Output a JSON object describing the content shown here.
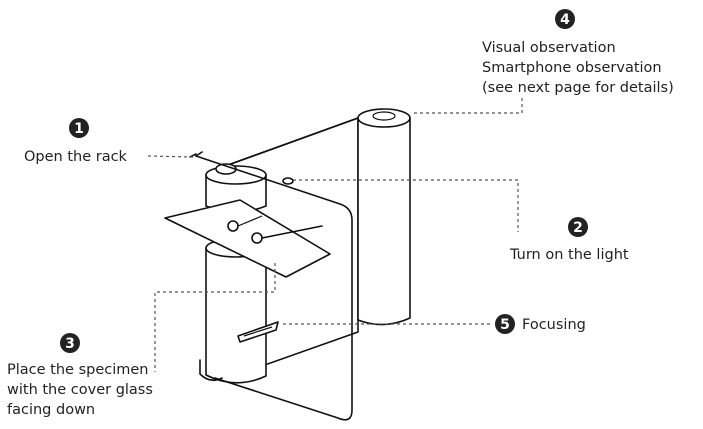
{
  "callouts": {
    "step1": {
      "number": "1",
      "text": "Open the rack"
    },
    "step2": {
      "number": "2",
      "text": "Turn on the light"
    },
    "step3": {
      "number": "3",
      "lines": [
        "Place the specimen",
        "with the cover glass",
        "facing down"
      ]
    },
    "step4": {
      "number": "4",
      "lines": [
        "Visual observation",
        "Smartphone observation",
        "(see next page for details)"
      ]
    },
    "step5": {
      "number": "5",
      "text": "Focusing"
    }
  },
  "colors": {
    "marker_fill": "#222222",
    "marker_text": "#ffffff",
    "line": "#111111",
    "leader": "#555555"
  }
}
